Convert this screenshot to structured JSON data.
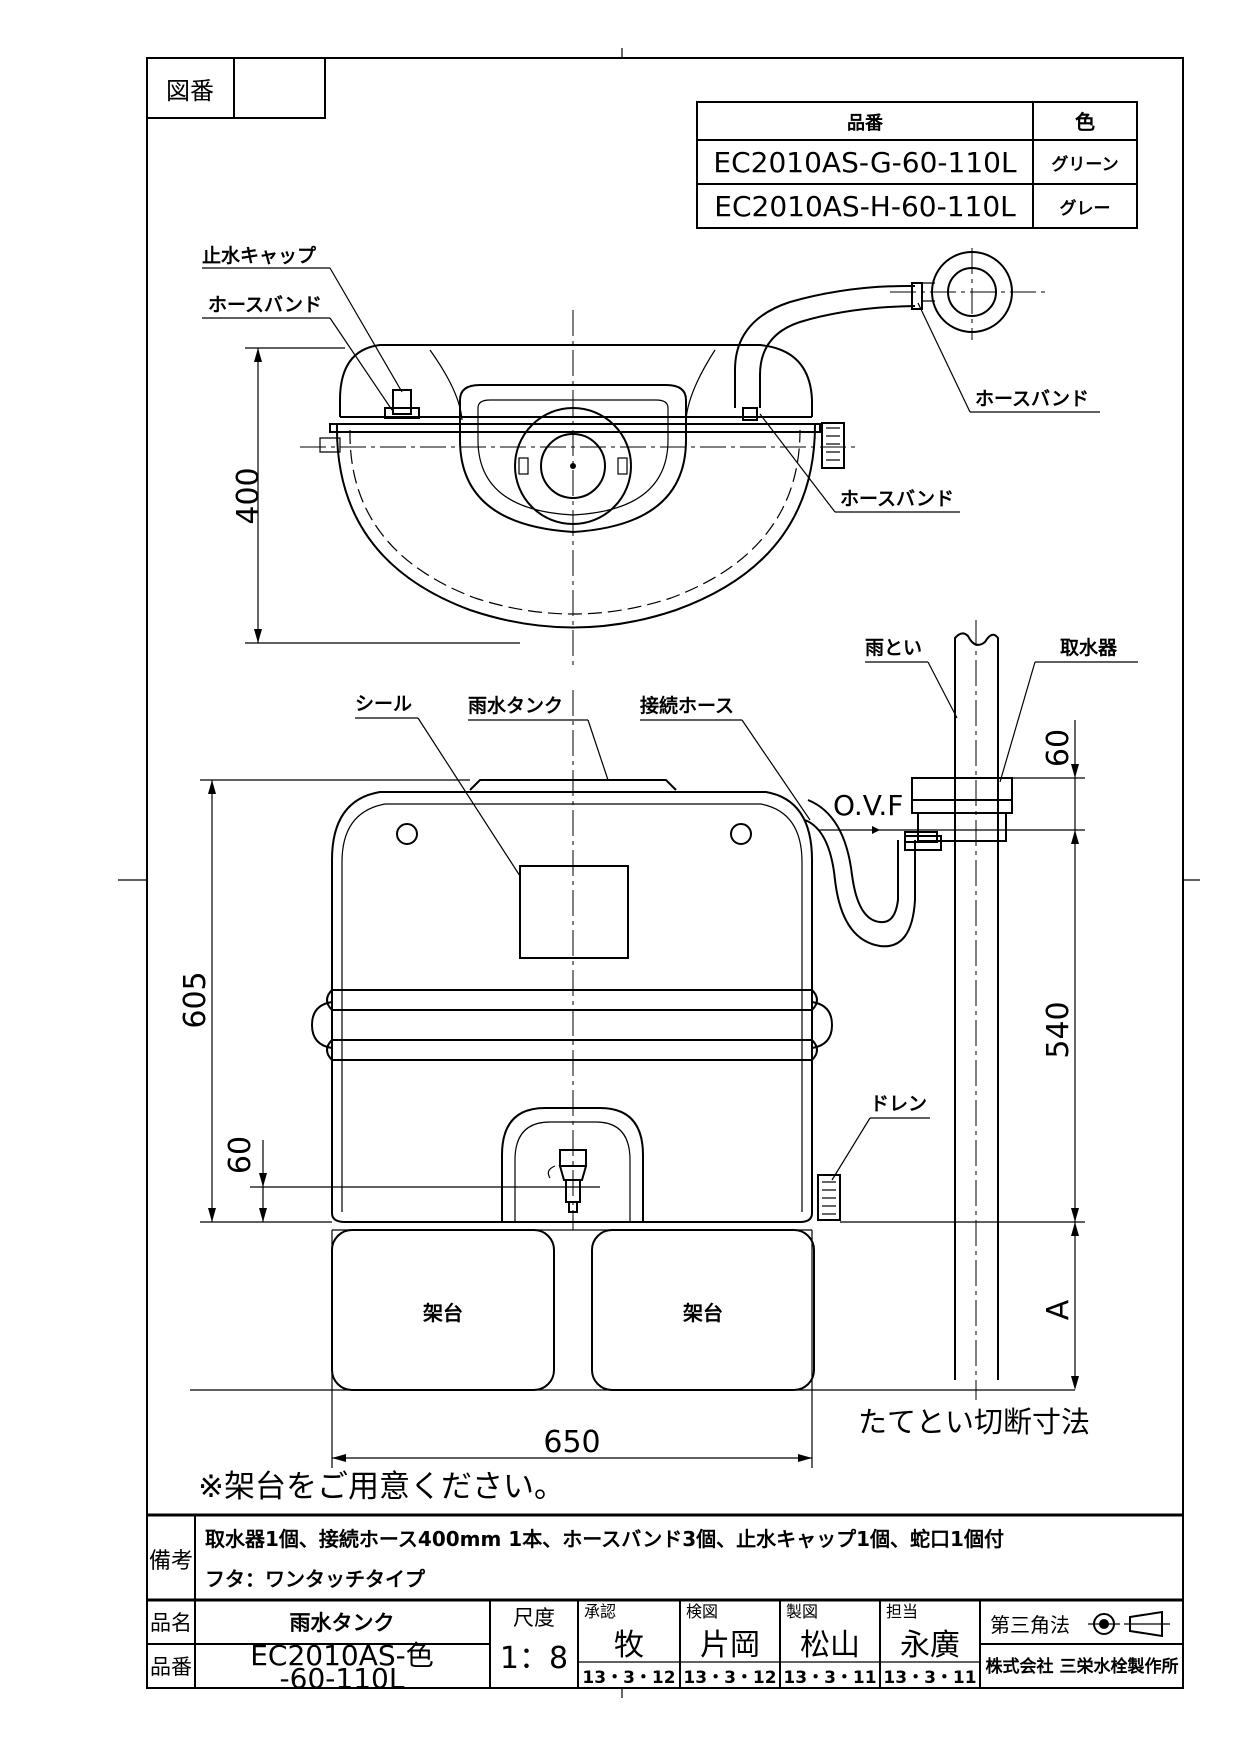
{
  "header": {
    "zuban_label": "図番",
    "zuban_value": ""
  },
  "variant_table": {
    "col_hinban": "品番",
    "col_color": "色",
    "rows": [
      {
        "hinban": "EC2010AS-G-60-110L",
        "color": "グリーン"
      },
      {
        "hinban": "EC2010AS-H-60-110L",
        "color": "グレー"
      }
    ]
  },
  "labels": {
    "stop_cap": "止水キャップ",
    "hose_band": "ホースバンド",
    "seal": "シール",
    "rain_tank": "雨水タンク",
    "connection_hose": "接続ホース",
    "downspout": "雨とい",
    "collector": "取水器",
    "ovf": "O.V.F",
    "drain": "ドレン",
    "stand": "架台",
    "cut_dim": "たてとい切断寸法"
  },
  "dimensions": {
    "top_depth": "400",
    "height": "605",
    "faucet_height": "60",
    "collector_gap": "60",
    "collector_height": "540",
    "stand_a": "A",
    "width": "650"
  },
  "note": "※架台をご用意ください。",
  "remarks": {
    "label": "備考",
    "line1": "取水器1個、接続ホース400mm 1本、ホースバンド3個、止水キャップ1個、蛇口1個付",
    "line2": "フタ：ワンタッチタイプ"
  },
  "title_block": {
    "hinmei_label": "品名",
    "hinmei": "雨水タンク",
    "hinban_label": "品番",
    "hinban_1": "EC2010AS-色",
    "hinban_2": "-60-110L",
    "scale_label": "尺度",
    "scale": "1：8",
    "approve_label": "承認",
    "approve_name": "牧",
    "approve_date": "13・3・12",
    "check_label": "検図",
    "check_name": "片岡",
    "check_date": "13・3・12",
    "draw_label": "製図",
    "draw_name": "松山",
    "draw_date": "13・3・11",
    "charge_label": "担当",
    "charge_name": "永廣",
    "charge_date": "13・3・11",
    "projection": "第三角法",
    "company": "株式会社 三栄水栓製作所"
  }
}
